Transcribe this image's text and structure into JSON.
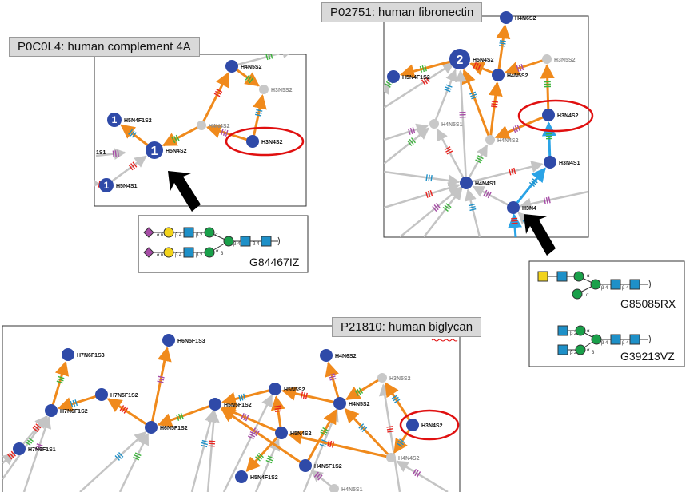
{
  "panels": {
    "complement": {
      "title": "P0C0L4: human complement 4A"
    },
    "fibronectin": {
      "title": "P02751: human fibronectin"
    },
    "biglycan": {
      "title": "P21810: human biglycan"
    }
  },
  "nodes": {
    "c_h4n5s2": "H4N5S2",
    "c_h3n5s2": "H3N5S2",
    "c_h4n4s2": "H4N4S2",
    "c_h3n4s2": "H3N4S2",
    "c_h5n4f1s2": "H5N4F1S2",
    "c_h5n4s2": "H5N4S2",
    "c_h5n4s1": "H5N4S1",
    "c_cut": "1S1",
    "f_h4n6s2": "H4N6S2",
    "f_h5n4s2": "H5N4S2",
    "f_h3n5s2": "H3N5S2",
    "f_h5n4f1s2": "H5N4F1S2",
    "f_h4n5s2": "H4N5S2",
    "f_h4n5s1": "H4N5S1",
    "f_h3n4s2": "H3N4S2",
    "f_h4n4s2": "H4N4S2",
    "f_h3n4s1": "H3N4S1",
    "f_h4n4s1": "H4N4S1",
    "f_h3n4": "H3N4",
    "b_h6n5f1s3": "H6N5F1S3",
    "b_h7n6f1s3": "H7N6F1S3",
    "b_h7n5f1s2": "H7N5F1S2",
    "b_h7n6f1s2": "H7N6F1S2",
    "b_h7n6f1s1": "H7N6F1S1",
    "b_h6n5f1s2": "H6N5F1S2",
    "b_h5n5f1s2": "H5N5F1S2",
    "b_h5n5s2": "H5N5S2",
    "b_h4n6s2": "H4N6S2",
    "b_h3n5s2": "H3N5S2",
    "b_h4n5s2": "H4N5S2",
    "b_h5n4s2": "H5N4S2",
    "b_h3n4s2": "H3N4S2",
    "b_h4n5f1s2": "H4N5F1S2",
    "b_h4n4s2": "H4N4S2",
    "b_h5n4f1s2": "H5N4F1S2",
    "b_h4n5s1": "H4N5S1"
  },
  "node_badges": {
    "c_h5n4f1s2": "1",
    "c_h5n4s2": "1",
    "c_h5n4s1": "1",
    "f_h5n4s2": "2"
  },
  "glycan_codes": {
    "complement_1": "G84467IZ",
    "fibronectin_1": "G85085RX",
    "fibronectin_2": "G39213VZ"
  },
  "glycan_linkages": {
    "alpha": "α",
    "beta": "β",
    "n6": "6",
    "n4": "4",
    "n3": "3",
    "n2": "2"
  },
  "colors": {
    "node_blue": "#2f4aa8",
    "node_gray": "#c8c8c8",
    "edge_orange": "#f08a1c",
    "edge_gray": "#c4c4c4",
    "edge_blue": "#2aa3e6",
    "highlight_red": "#e01010",
    "pointer_black": "#000000",
    "sialic_magenta": "#a64ca6",
    "galactose_yellow": "#f2d31b",
    "glcnac_blue": "#1e90c8",
    "mannose_green": "#1aa04a",
    "fucose_red": "#e8231f",
    "hex_green_mark": "#3cb43c"
  },
  "icons": {
    "pointer": "black-arrow-icon",
    "highlight": "red-ellipse-icon"
  }
}
